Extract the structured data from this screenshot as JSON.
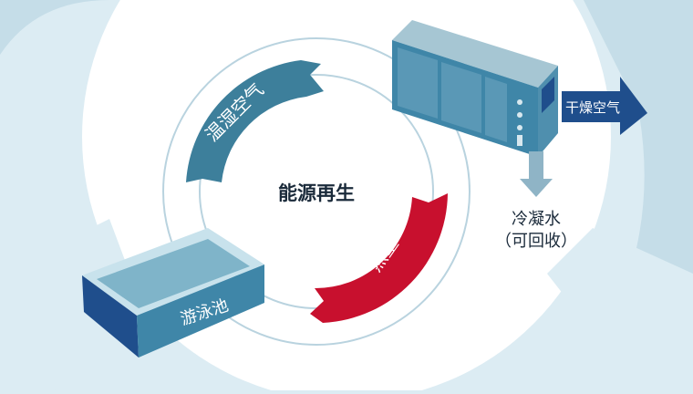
{
  "diagram": {
    "center_label": "能源再生",
    "segments": {
      "humid_air": "温湿空气",
      "heat": "热量",
      "pool": "游泳池"
    },
    "output_arrow_label": "干燥空气",
    "condensate_label_line1": "冷凝水",
    "condensate_label_line2": "（可回收）"
  },
  "colors": {
    "background": "#dcecf3",
    "teal_segment": "#3d7f9b",
    "red_segment": "#c8102e",
    "dark_blue": "#1f4e8c",
    "unit_front": "#3f86a8",
    "arrow_gray": "#8fb4c6"
  }
}
